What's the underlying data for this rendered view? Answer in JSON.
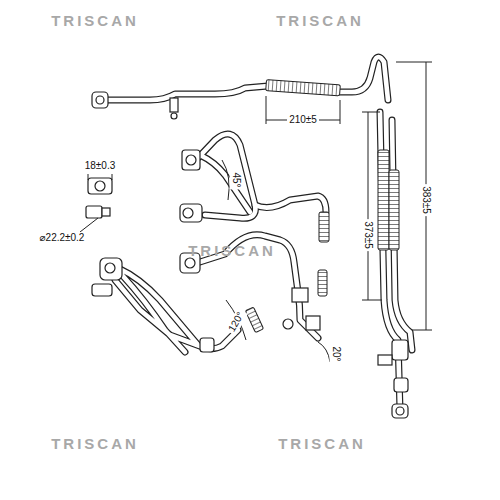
{
  "diagram": {
    "labels": [
      "TRISCAN",
      "TRISCAN",
      "210±5",
      "45°",
      "18±0.3",
      "⌀22.2±0.2",
      "373±5",
      "383±5",
      "TRISCAN",
      "120°",
      "20°",
      "TRISCAN",
      "TRISCAN"
    ]
  }
}
